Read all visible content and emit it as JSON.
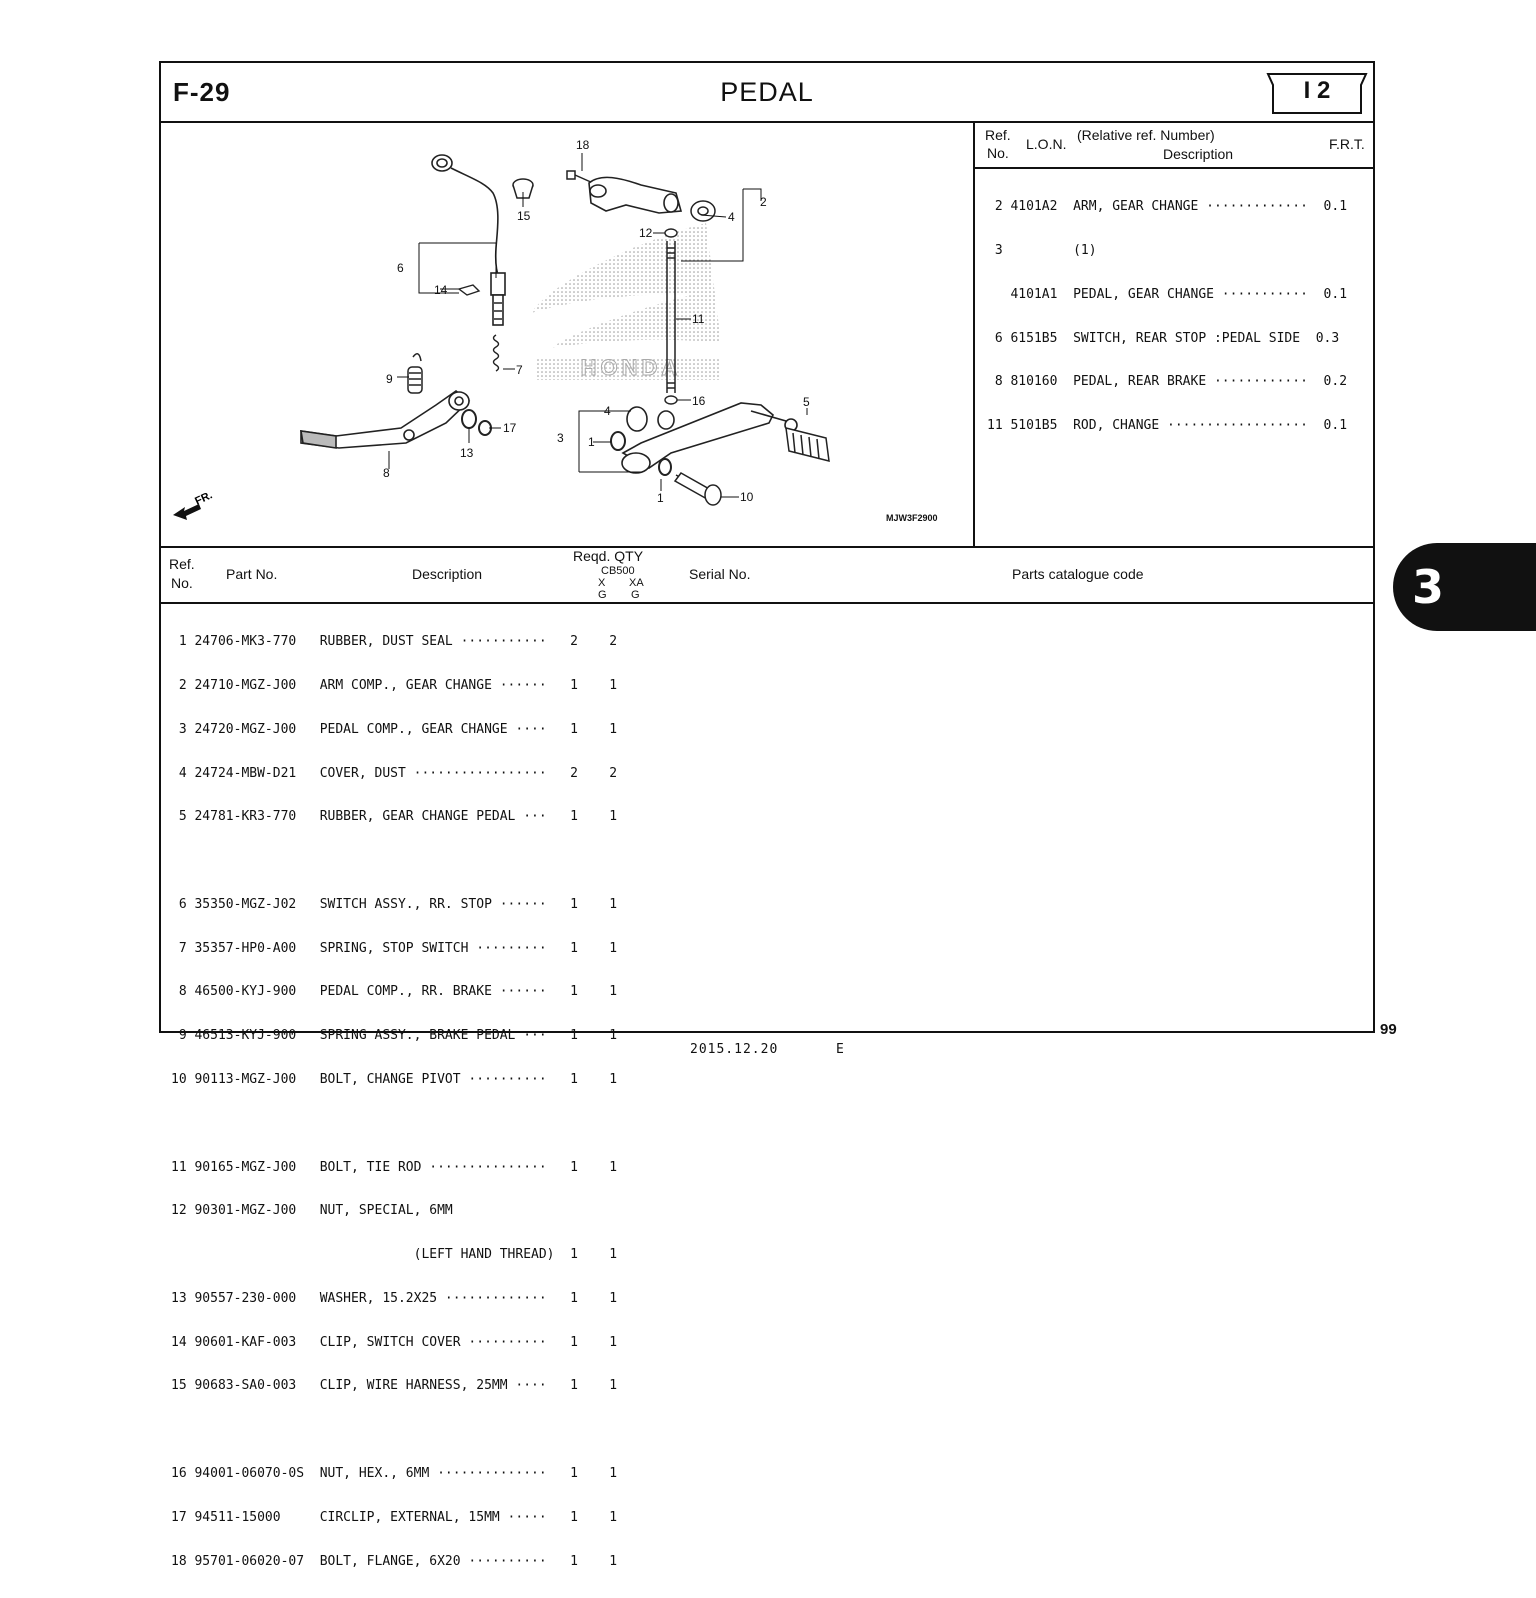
{
  "header": {
    "figure_no": "F-29",
    "title": "PEDAL",
    "badge": "I 2"
  },
  "diagram": {
    "drawing_code": "MJW3F2900",
    "fr_label": "FR.",
    "watermark": "HONDA",
    "callouts": [
      "18",
      "15",
      "2",
      "4",
      "12",
      "6",
      "14",
      "11",
      "7",
      "9",
      "17",
      "13",
      "8",
      "16",
      "5",
      "3",
      "1",
      "1",
      "10",
      "4"
    ]
  },
  "lon_table": {
    "headers": {
      "ref": "Ref.",
      "no": "No.",
      "lon": "L.O.N.",
      "rel": "(Relative ref. Number)",
      "desc": "Description",
      "frt": "F.R.T."
    },
    "rows": [
      " 2 4101A2  ARM, GEAR CHANGE ·············  0.1",
      " 3         (1)",
      "   4101A1  PEDAL, GEAR CHANGE ···········  0.1",
      " 6 6151B5  SWITCH, REAR STOP :PEDAL SIDE  0.3",
      " 8 810160  PEDAL, REAR BRAKE ············  0.2",
      "11 5101B5  ROD, CHANGE ··················  0.1"
    ]
  },
  "parts_table": {
    "headers": {
      "ref": "Ref.",
      "no": "No.",
      "part_no": "Part No.",
      "description": "Description",
      "reqd_qty": "Reqd. QTY",
      "model": "CB500",
      "col1_top": "X",
      "col1_bottom": "G",
      "col2_top": "XA",
      "col2_bottom": "G",
      "serial_no": "Serial No.",
      "catalogue_code": "Parts catalogue code"
    },
    "groups": [
      [
        " 1 24706-MK3-770   RUBBER, DUST SEAL ···········   2    2",
        " 2 24710-MGZ-J00   ARM COMP., GEAR CHANGE ······   1    1",
        " 3 24720-MGZ-J00   PEDAL COMP., GEAR CHANGE ····   1    1",
        " 4 24724-MBW-D21   COVER, DUST ·················   2    2",
        " 5 24781-KR3-770   RUBBER, GEAR CHANGE PEDAL ···   1    1"
      ],
      [
        " 6 35350-MGZ-J02   SWITCH ASSY., RR. STOP ······   1    1",
        " 7 35357-HP0-A00   SPRING, STOP SWITCH ·········   1    1",
        " 8 46500-KYJ-900   PEDAL COMP., RR. BRAKE ······   1    1",
        " 9 46513-KYJ-900   SPRING ASSY., BRAKE PEDAL ···   1    1",
        "10 90113-MGZ-J00   BOLT, CHANGE PIVOT ··········   1    1"
      ],
      [
        "11 90165-MGZ-J00   BOLT, TIE ROD ···············   1    1",
        "12 90301-MGZ-J00   NUT, SPECIAL, 6MM",
        "                               (LEFT HAND THREAD)  1    1",
        "13 90557-230-000   WASHER, 15.2X25 ·············   1    1",
        "14 90601-KAF-003   CLIP, SWITCH COVER ··········   1    1",
        "15 90683-SA0-003   CLIP, WIRE HARNESS, 25MM ····   1    1"
      ],
      [
        "16 94001-06070-0S  NUT, HEX., 6MM ··············   1    1",
        "17 94511-15000     CIRCLIP, EXTERNAL, 15MM ·····   1    1",
        "18 95701-06020-07  BOLT, FLANGE, 6X20 ··········   1    1"
      ]
    ]
  },
  "side_tab": "3",
  "footer": {
    "page_no": "99",
    "date": "2015.12.20",
    "code": "E"
  }
}
